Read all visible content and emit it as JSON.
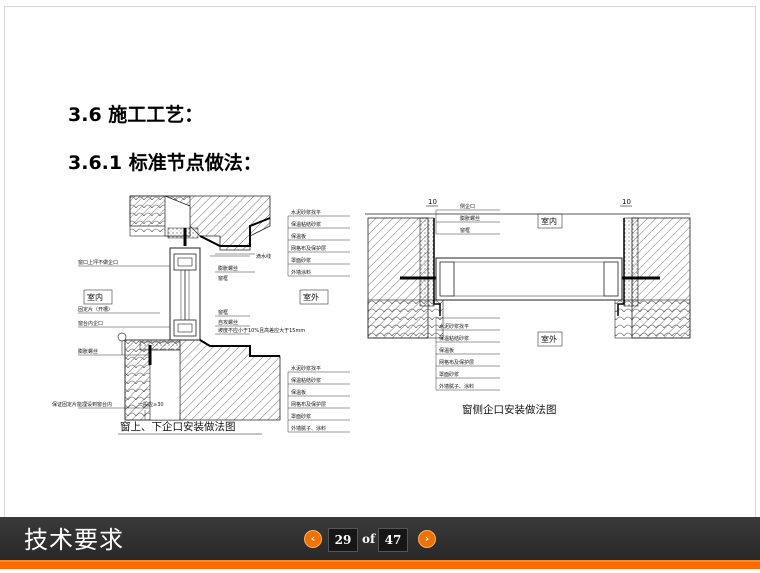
{
  "slide": {
    "heading": "3.6 施工工艺：",
    "subheading": "3.6.1 标准节点做法："
  },
  "figure_left": {
    "caption": "窗上、下企口安装做法图",
    "room_interior": "室内",
    "room_exterior": "室外",
    "labels_top_right": [
      "水泥砂浆找平",
      "保温粘结砂浆",
      "保温板",
      "网格布及保护层",
      "罩面砂浆",
      "外墙涂料"
    ],
    "label_drip": "滴水线",
    "label_anchor_top": "膨胀螺丝",
    "label_frame_top": "窗框",
    "label_window_top": "窗口上坪不做企口",
    "label_fixing": "固定片（开槽）",
    "label_sill_in": "窗台内企口",
    "label_expansion": "膨胀螺丝",
    "label_frame_bottom": "窗框",
    "label_self_tap": "自攻螺丝",
    "label_slope": "坡度不应小于10%且高差应大于15mm",
    "labels_bottom_right": [
      "水泥砂浆找平",
      "保温粘结砂浆",
      "保温板",
      "网格布及保护层",
      "罩面砂浆",
      "外墙腻子、涂料"
    ],
    "label_guarantee": "保证固定片能埋设到窗台内",
    "label_dimension": "一般应≥30"
  },
  "figure_right": {
    "caption": "窗侧企口安装做法图",
    "room_interior": "室内",
    "room_exterior": "室外",
    "dim_left": "10",
    "dim_right": "10",
    "labels_top": [
      "侧企口",
      "膨胀螺丝",
      "窗框"
    ],
    "labels_bottom": [
      "水泥砂浆找平",
      "保温粘结砂浆",
      "保温板",
      "网格布及保护层",
      "罩面砂浆",
      "外墙腻子、涂料"
    ]
  },
  "footer": {
    "section_title": "技术要求",
    "current_page": "29",
    "of_label": "of",
    "total_pages": "47",
    "prev_glyph": "‹",
    "next_glyph": "›"
  }
}
